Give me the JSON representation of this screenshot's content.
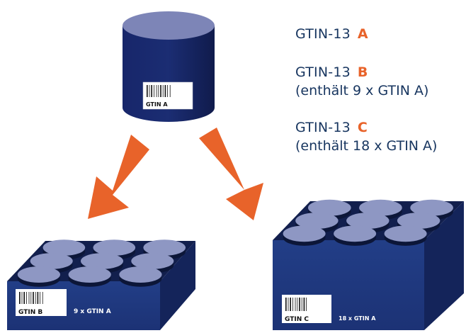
{
  "legend": [
    {
      "label": "GTIN-13",
      "letter": "A",
      "note": ""
    },
    {
      "label": "GTIN-13",
      "letter": "B",
      "note": "(enthält 9 x GTIN A)"
    },
    {
      "label": "GTIN-13",
      "letter": "C",
      "note": "(enthält 18 x GTIN A)"
    }
  ],
  "items": {
    "unit": {
      "barcode_label": "GTIN A"
    },
    "case_b": {
      "barcode_label": "GTIN B",
      "content_label": "9  x GTIN A",
      "rows": 3,
      "cols": 3
    },
    "case_c": {
      "barcode_label": "GTIN C",
      "content_label": "18 x GTIN A",
      "rows": 3,
      "cols": 3,
      "layers": 2
    }
  },
  "colors": {
    "accent": "#e8632a",
    "navy_dark": "#121f4d",
    "navy_mid": "#1c2f6b",
    "navy_front": "#223d84",
    "lid_light": "#8e97c3",
    "text": "#17355f"
  }
}
